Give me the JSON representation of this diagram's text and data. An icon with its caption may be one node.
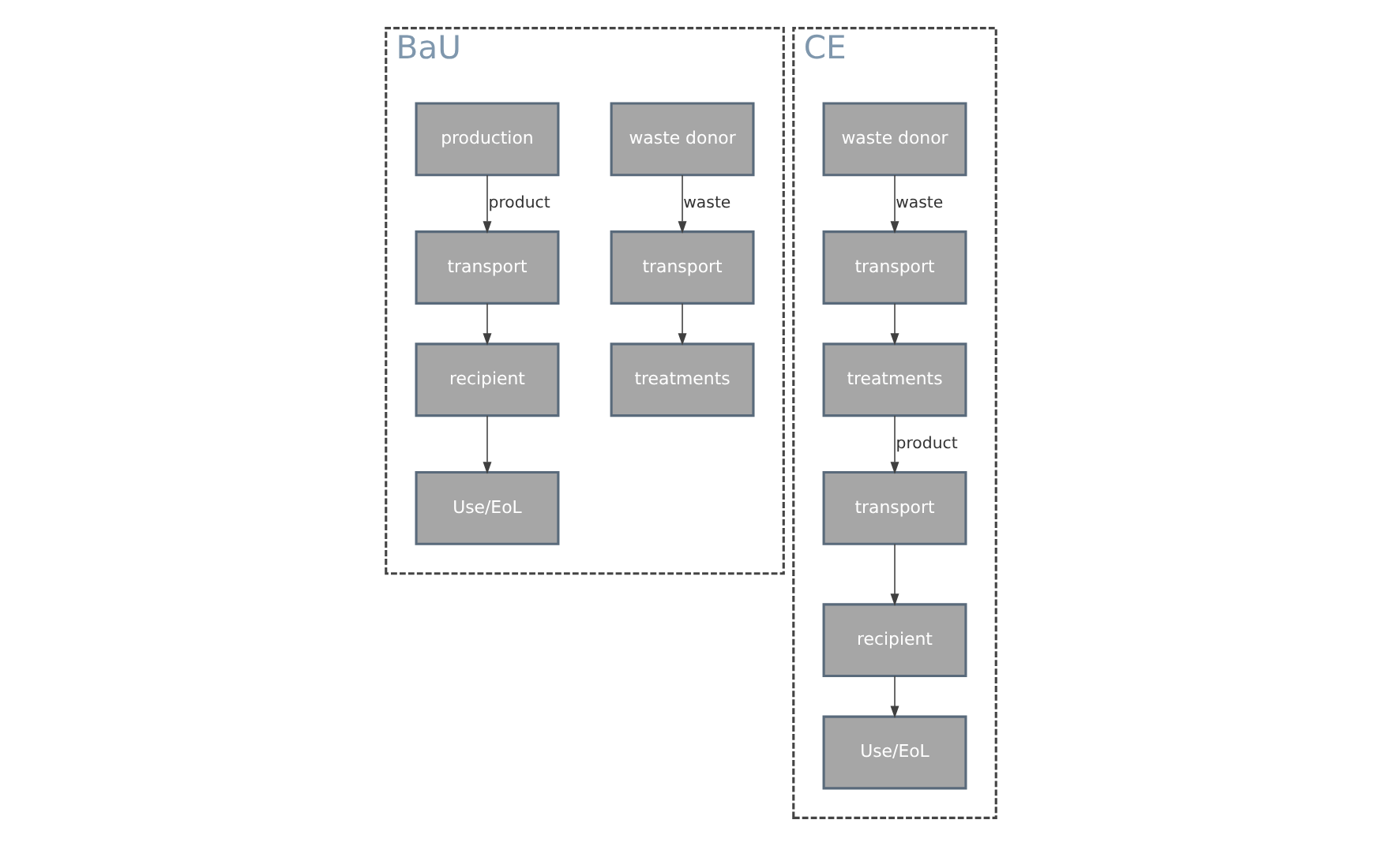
{
  "diagram": {
    "nodes": [
      {
        "text": [
          "BaU"
        ]
      },
      {
        "text": [
          "waste donor"
        ],
        "in": 0
      },
      {
        "text": [
          "transport"
        ],
        "in": 0
      },
      {
        "text": [
          "treatments"
        ],
        "in": 0
      },
      {
        "text": [
          "production"
        ],
        "in": 0
      },
      {
        "text": [
          "transport"
        ],
        "in": 0
      },
      {
        "text": [
          "recipient"
        ],
        "in": 0
      },
      {
        "text": [
          "Use/EoL"
        ],
        "in": 0
      },
      {
        "text": [
          "CE"
        ]
      },
      {
        "text": [
          "waste donor"
        ],
        "in": 8
      },
      {
        "text": [
          "transport"
        ],
        "in": 8
      },
      {
        "text": [
          "treatments"
        ],
        "in": 8
      },
      {
        "text": [
          "transport"
        ],
        "in": 8
      },
      {
        "text": [
          "recipient"
        ],
        "in": 8
      },
      {
        "text": [
          "Use/EoL"
        ],
        "in": 8
      }
    ],
    "edges": [
      {
        "from": 1,
        "to": 2,
        "arrow": "to",
        "label": "waste"
      },
      {
        "from": 2,
        "to": 3,
        "arrow": "to"
      },
      {
        "from": 4,
        "to": 5,
        "arrow": "to",
        "label": "product"
      },
      {
        "from": 5,
        "to": 6,
        "arrow": "to"
      },
      {
        "from": 6,
        "to": 7,
        "arrow": "to"
      },
      {
        "from": 9,
        "to": 10,
        "arrow": "to",
        "label": "waste"
      },
      {
        "from": 10,
        "to": 11,
        "arrow": "to"
      },
      {
        "from": 11,
        "to": 12,
        "arrow": "to",
        "label": "product"
      },
      {
        "from": 12,
        "to": 13,
        "arrow": "to"
      },
      {
        "from": 13,
        "to": 14,
        "arrow": "to"
      }
    ]
  }
}
